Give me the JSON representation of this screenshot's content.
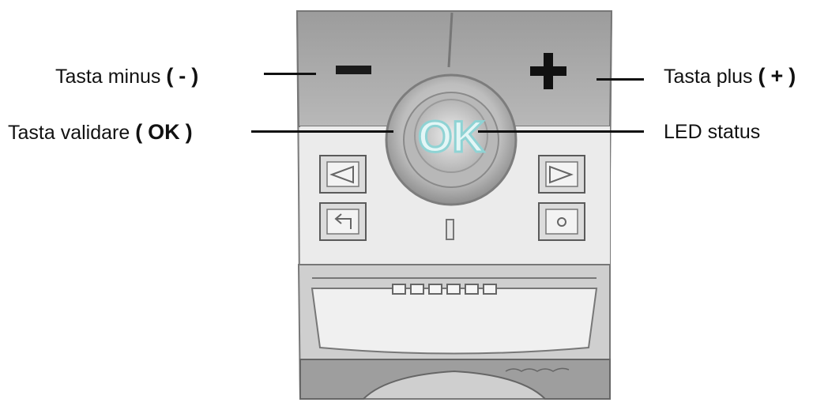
{
  "labels": {
    "minus": {
      "text": "Tasta minus",
      "open": "(",
      "key": "-",
      "close": ")"
    },
    "plus": {
      "text": "Tasta plus",
      "open": "(",
      "key": "+",
      "close": ")"
    },
    "ok": {
      "text": "Tasta validare",
      "open": "(",
      "key": "OK",
      "close": ")"
    },
    "led": {
      "text": "LED status"
    }
  },
  "device": {
    "ok_button_text": "OK",
    "minus_symbol": "−",
    "plus_symbol": "+",
    "colors": {
      "body_top": "#a9a9a9",
      "body_light": "#e2e2e2",
      "ok_glow": "#8fd3d4",
      "outline": "#5a5a5a"
    }
  }
}
